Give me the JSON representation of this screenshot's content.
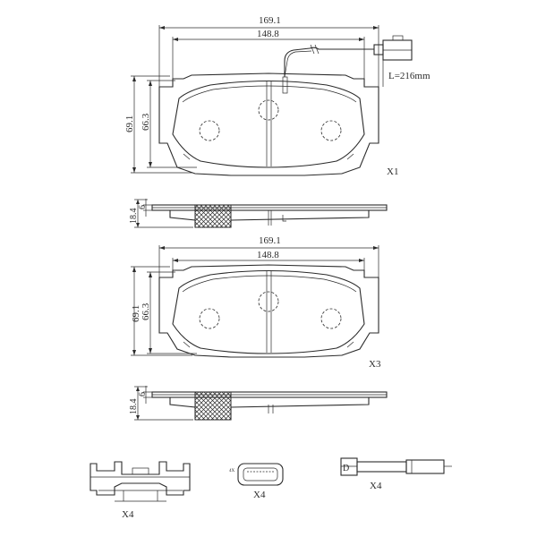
{
  "pad1": {
    "overall_width": "169.1",
    "friction_width": "148.8",
    "overall_height": "69.1",
    "friction_height": "66.3",
    "sensor_length": "L=216mm",
    "quantity": "X1"
  },
  "pad1_side": {
    "total_thickness": "18.4",
    "backplate_thickness": "6"
  },
  "pad2": {
    "overall_width": "169.1",
    "friction_width": "148.8",
    "overall_height": "69.1",
    "friction_height": "66.3",
    "quantity": "X3"
  },
  "pad2_side": {
    "total_thickness": "18.4",
    "backplate_thickness": "6"
  },
  "accessories": {
    "clip_quantity": "X4",
    "spring_quantity": "X4",
    "spring_mark": "4X",
    "pin_quantity": "X4",
    "pin_mark": "D"
  }
}
